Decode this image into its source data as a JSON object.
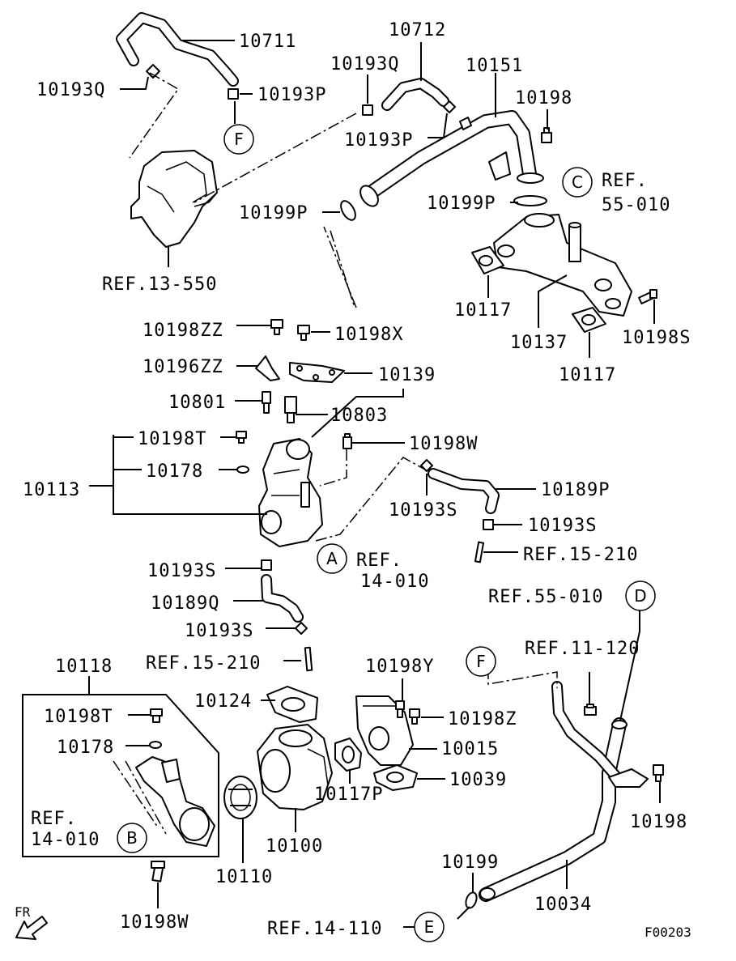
{
  "labels": {
    "l10711": "10711",
    "l10712": "10712",
    "l10151": "10151",
    "l10193Q_a": "10193Q",
    "l10193Q_b": "10193Q",
    "l10193P_a": "10193P",
    "l10193P_b": "10193P",
    "l10198_a": "10198",
    "lref55_a1": "REF.",
    "lref55_a2": "55-010",
    "l10199P_a": "10199P",
    "l10199P_b": "10199P",
    "lref13": "REF.13-550",
    "l10117_a": "10117",
    "l10137": "10137",
    "l10198S": "10198S",
    "l10117_b": "10117",
    "l10198ZZ": "10198ZZ",
    "l10198X": "10198X",
    "l10196ZZ": "10196ZZ",
    "l10139": "10139",
    "l10801": "10801",
    "l10803": "10803",
    "l10198T_a": "10198T",
    "l10198W_a": "10198W",
    "l10113": "10113",
    "l10178_a": "10178",
    "l10189P": "10189P",
    "l10193S_a": "10193S",
    "l10193S_b": "10193S",
    "lref15_a": "REF.15-210",
    "lref14_a1": "REF.",
    "lref14_a2": "14-010",
    "l10193S_c": "10193S",
    "l10189Q": "10189Q",
    "l10193S_d": "10193S",
    "lref55_b": "REF.55-010",
    "lref11": "REF.11-120",
    "l10118": "10118",
    "lref15_b": "REF.15-210",
    "l10198Y": "10198Y",
    "l10124": "10124",
    "l10198T_b": "10198T",
    "l10198Z": "10198Z",
    "l10178_b": "10178",
    "l10015": "10015",
    "l10039": "10039",
    "lref14_b1": "REF.",
    "lref14_b2": "14-010",
    "l10117P": "10117P",
    "l10198_b": "10198",
    "l10100": "10100",
    "l10110": "10110",
    "l10199": "10199",
    "l10034": "10034",
    "l10198W_b": "10198W",
    "lref14_110": "REF.14-110",
    "lfr": "FR",
    "lfig": "F00203"
  },
  "callouts": {
    "A": "A",
    "B": "B",
    "C": "C",
    "D": "D",
    "E": "E",
    "F_top": "F",
    "F_bottom": "F"
  }
}
